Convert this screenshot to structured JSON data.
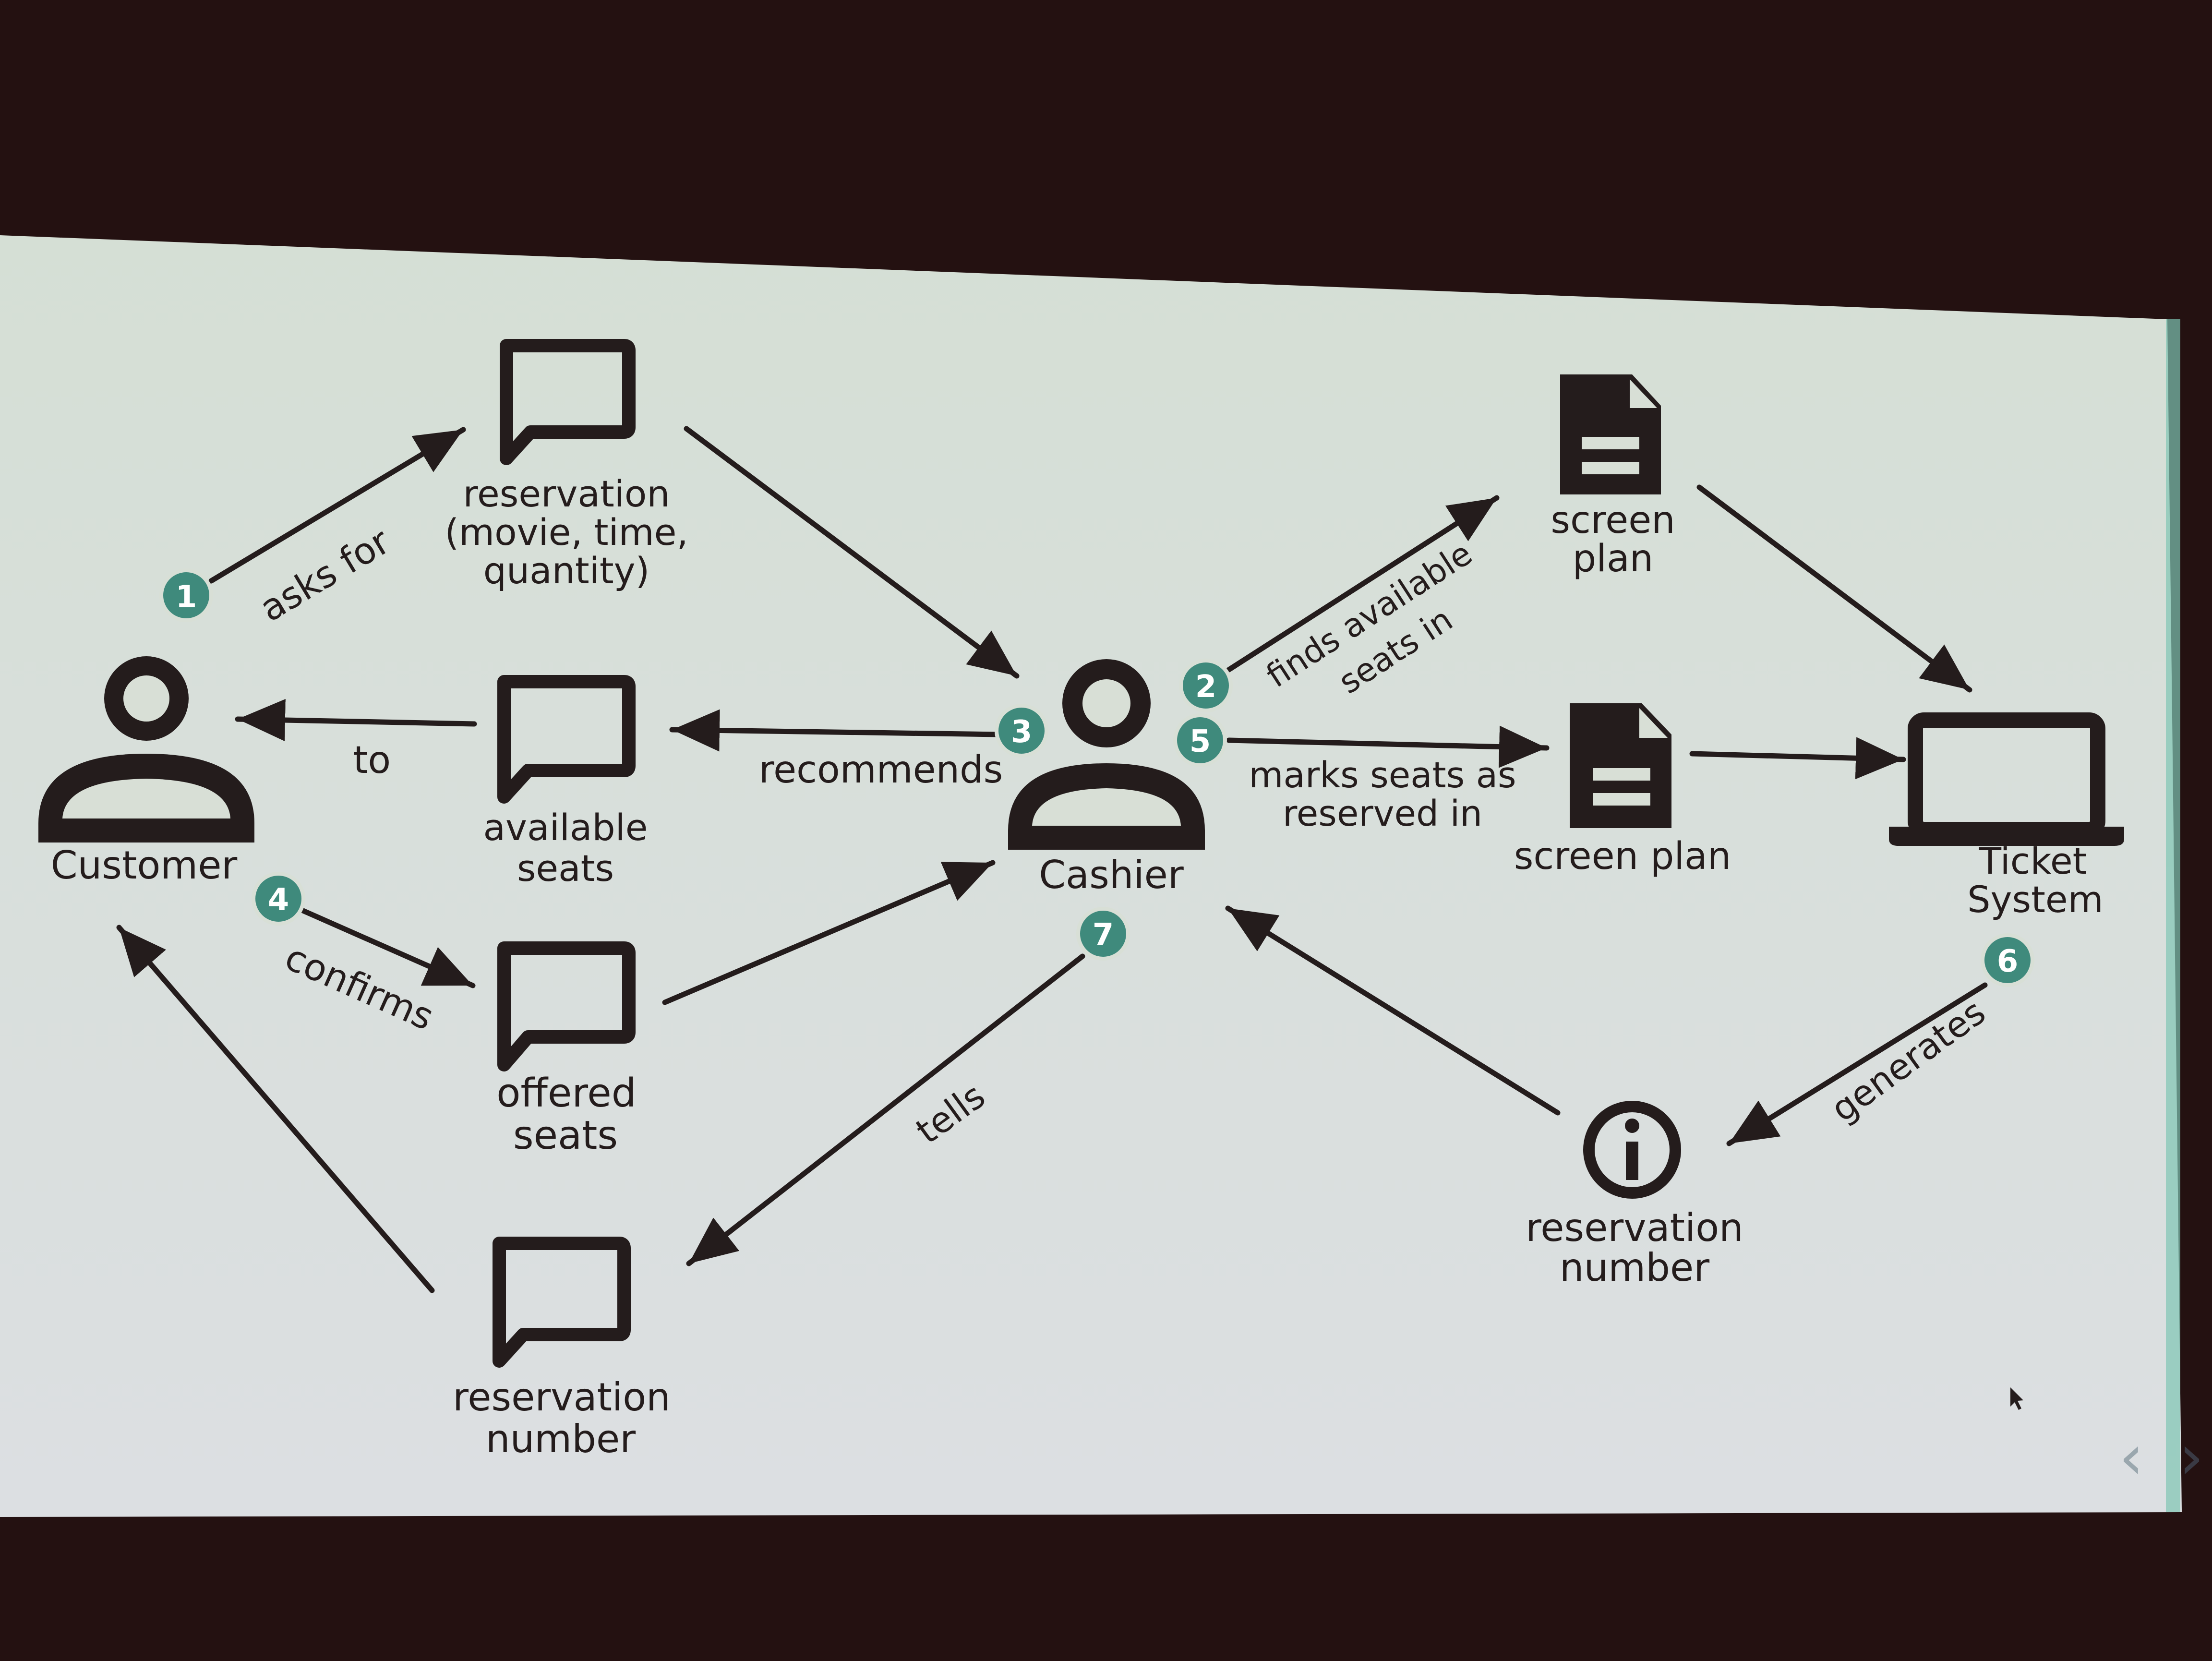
{
  "colors": {
    "room": "#241111",
    "slide_top": "#d5dfd5",
    "slide_bottom": "#dcdfe2",
    "ink": "#241c1c",
    "teal": "#3f8a7c",
    "accent_edge": "#7fc4b4",
    "nav": "#9aa7ae"
  },
  "actors": {
    "customer": {
      "label": "Customer",
      "icon": "person-icon"
    },
    "cashier": {
      "label": "Cashier",
      "icon": "person-icon"
    },
    "ticket_system": {
      "label_line1": "Ticket",
      "label_line2": "System",
      "icon": "laptop-icon"
    }
  },
  "work_objects": {
    "reservation_request": {
      "line1": "reservation",
      "line2": "(movie, time,",
      "line3": "quantity)",
      "icon": "speech-bubble-icon"
    },
    "available_seats": {
      "line1": "available",
      "line2": "seats",
      "icon": "speech-bubble-icon"
    },
    "offered_seats": {
      "line1": "offered",
      "line2": "seats",
      "icon": "speech-bubble-icon"
    },
    "reservation_number_customer": {
      "line1": "reservation",
      "line2": "number",
      "icon": "speech-bubble-icon"
    },
    "screen_plan_top": {
      "line1": "screen",
      "line2": "plan",
      "icon": "document-icon"
    },
    "screen_plan_mid": {
      "line1": "screen plan",
      "icon": "document-icon"
    },
    "reservation_number_info": {
      "line1": "reservation",
      "line2": "number",
      "icon": "info-icon"
    }
  },
  "activities": {
    "asks_for": "asks for",
    "to": "to",
    "recommends": "recommends",
    "confirms": "confirms",
    "tells": "tells",
    "finds_line1": "finds available",
    "finds_line2": "seats in",
    "marks_line1": "marks seats as",
    "marks_line2": "reserved in",
    "generates": "generates"
  },
  "steps": {
    "s1": "1",
    "s2": "2",
    "s3": "3",
    "s4": "4",
    "s5": "5",
    "s6": "6",
    "s7": "7"
  },
  "nav": {
    "prev": "‹",
    "next": "›"
  }
}
